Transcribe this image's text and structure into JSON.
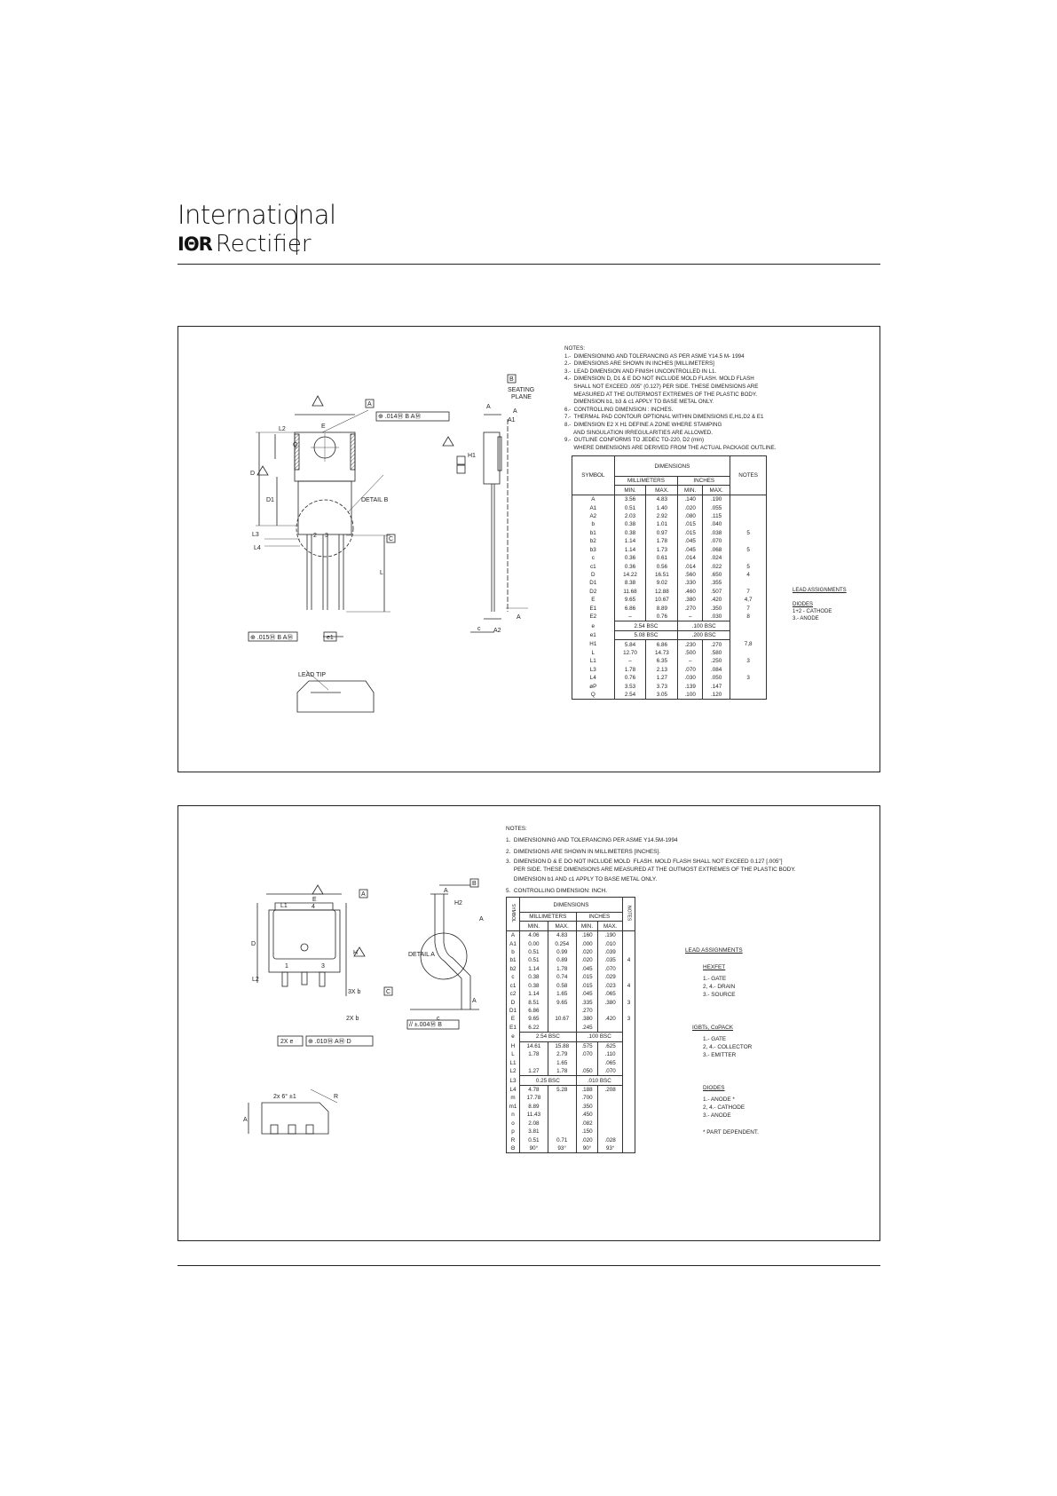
{
  "logo": {
    "line1": "International",
    "mark": "IΘR",
    "line2": "Rectifier"
  },
  "panel1": {
    "notes_title": "NOTES:",
    "notes": [
      "1.-  DIMENSIONING AND TOLERANCING AS PER ASME Y14.5 M- 1994",
      "2.-  DIMENSIONS ARE SHOWN IN INCHES [MILLIMETERS]",
      "3.-  LEAD DIMENSION AND FINISH UNCONTROLLED IN L1.",
      "4.-  DIMENSION D, D1 & E DO NOT INCLUDE MOLD FLASH. MOLD FLASH",
      "      SHALL NOT EXCEED .005\" (0.127) PER SIDE. THESE DIMENSIONS ARE",
      "      MEASURED AT THE OUTERMOST EXTREMES OF THE PLASTIC BODY.",
      "      DIMENSION b1, b3 & c1 APPLY TO BASE METAL ONLY.",
      "6.-  CONTROLLING DIMENSION : INCHES.",
      "7.-  THERMAL PAD CONTOUR OPTIONAL WITHIN DIMENSIONS E,H1,D2 & E1",
      "8.-  DIMENSION E2 X H1 DEFINE A ZONE WHERE STAMPING",
      "      AND SINGULATION IRREGULARITIES ARE ALLOWED.",
      "9.-  OUTLINE CONFORMS TO JEDEC TO-220, D2 (min)",
      "      WHERE DIMENSIONS ARE DERIVED FROM THE ACTUAL PACKAGE OUTLINE."
    ],
    "table": {
      "symbol": "SYMBOL",
      "dimensions": "DIMENSIONS",
      "mm": "MILLIMETERS",
      "in": "INCHES",
      "min": "MIN.",
      "max": "MAX.",
      "notes": "NOTES",
      "rows": [
        [
          "A",
          "3.56",
          "4.83",
          ".140",
          ".190",
          ""
        ],
        [
          "A1",
          "0.51",
          "1.40",
          ".020",
          ".055",
          ""
        ],
        [
          "A2",
          "2.03",
          "2.92",
          ".080",
          ".115",
          ""
        ],
        [
          "b",
          "0.38",
          "1.01",
          ".015",
          ".040",
          ""
        ],
        [
          "b1",
          "0.38",
          "0.97",
          ".015",
          ".038",
          "5"
        ],
        [
          "b2",
          "1.14",
          "1.78",
          ".045",
          ".070",
          ""
        ],
        [
          "b3",
          "1.14",
          "1.73",
          ".045",
          ".068",
          "5"
        ],
        [
          "c",
          "0.36",
          "0.61",
          ".014",
          ".024",
          ""
        ],
        [
          "c1",
          "0.36",
          "0.56",
          ".014",
          ".022",
          "5"
        ],
        [
          "D",
          "14.22",
          "16.51",
          ".560",
          ".650",
          "4"
        ],
        [
          "D1",
          "8.38",
          "9.02",
          ".330",
          ".355",
          ""
        ],
        [
          "D2",
          "11.68",
          "12.88",
          ".460",
          ".507",
          "7"
        ],
        [
          "E",
          "9.65",
          "10.67",
          ".380",
          ".420",
          "4,7"
        ],
        [
          "E1",
          "6.86",
          "8.89",
          ".270",
          ".350",
          "7"
        ],
        [
          "E2",
          "–",
          "0.76",
          "–",
          ".030",
          "8"
        ],
        [
          "e",
          "2.54  BSC",
          "",
          ".100  BSC",
          "",
          ""
        ],
        [
          "e1",
          "5.08  BSC",
          "",
          ".200  BSC",
          "",
          ""
        ],
        [
          "H1",
          "5.84",
          "6.86",
          ".230",
          ".270",
          "7,8"
        ],
        [
          "L",
          "12.70",
          "14.73",
          ".500",
          ".580",
          ""
        ],
        [
          "L1",
          "–",
          "6.35",
          "–",
          ".250",
          "3"
        ],
        [
          "L3",
          "1.78",
          "2.13",
          ".070",
          ".084",
          ""
        ],
        [
          "L4",
          "0.76",
          "1.27",
          ".030",
          ".050",
          "3"
        ],
        [
          "øP",
          "3.53",
          "3.73",
          ".139",
          ".147",
          ""
        ],
        [
          "Q",
          "2.54",
          "3.05",
          ".100",
          ".120",
          ""
        ]
      ]
    },
    "lead_title": "LEAD ASSIGNMENTS",
    "lead_sub": "DIODES",
    "lead_items": [
      "1+2 - CATHODE",
      "3.- ANODE"
    ],
    "labels": {
      "detail_b": "DETAIL B",
      "lead_tip": "LEAD TIP",
      "seating": "SEATING",
      "plane": "PLANE",
      "fcf1": "⊕ .014Ⓜ B AⓂ",
      "fcf2": "⊕ .015Ⓜ B AⓂ",
      "datum_a": "A",
      "datum_b": "B",
      "datum_c": "C"
    }
  },
  "panel2": {
    "notes_title": "NOTES:",
    "notes": [
      "1.  DIMENSIONING AND TOLERANCING PER ASME Y14.5M-1994",
      "2.  DIMENSIONS ARE SHOWN IN MILLIMETERS [INCHES].",
      "3.  DIMENSION D & E DO NOT INCLUDE MOLD  FLASH. MOLD FLASH SHALL NOT EXCEED 0.127 [.005\"]",
      "     PER SIDE. THESE DIMENSIONS ARE MEASURED AT THE OUTMOST EXTREMES OF THE PLASTIC BODY.",
      "     DIMENSION b1 AND c1 APPLY TO BASE METAL ONLY.",
      "5.  CONTROLLING DIMENSION: INCH."
    ],
    "table": {
      "symbol": "SYMBOL",
      "dimensions": "DIMENSIONS",
      "mm": "MILLIMETERS",
      "in": "INCHES",
      "min": "MIN.",
      "max": "MAX.",
      "notes": "NOTES",
      "rows": [
        [
          "A",
          "4.06",
          "4.83",
          ".160",
          ".190",
          ""
        ],
        [
          "A1",
          "0.00",
          "0.254",
          ".000",
          ".010",
          ""
        ],
        [
          "b",
          "0.51",
          "0.99",
          ".020",
          ".039",
          ""
        ],
        [
          "b1",
          "0.51",
          "0.89",
          ".020",
          ".035",
          "4"
        ],
        [
          "b2",
          "1.14",
          "1.78",
          ".045",
          ".070",
          ""
        ],
        [
          "c",
          "0.38",
          "0.74",
          ".015",
          ".029",
          ""
        ],
        [
          "c1",
          "0.38",
          "0.58",
          ".015",
          ".023",
          "4"
        ],
        [
          "c2",
          "1.14",
          "1.65",
          ".045",
          ".065",
          ""
        ],
        [
          "D",
          "8.51",
          "9.65",
          ".335",
          ".380",
          "3"
        ],
        [
          "D1",
          "6.86",
          "",
          ".270",
          "",
          ""
        ],
        [
          "E",
          "9.65",
          "10.67",
          ".380",
          ".420",
          "3"
        ],
        [
          "E1",
          "6.22",
          "",
          ".245",
          "",
          ""
        ],
        [
          "e",
          "2.54  BSC",
          "",
          ".100  BSC",
          "",
          ""
        ],
        [
          "H",
          "14.61",
          "15.88",
          ".575",
          ".625",
          ""
        ],
        [
          "L",
          "1.78",
          "2.79",
          ".070",
          ".110",
          ""
        ],
        [
          "L1",
          "",
          "1.65",
          "",
          ".065",
          ""
        ],
        [
          "L2",
          "1.27",
          "1.78",
          ".050",
          ".070",
          ""
        ],
        [
          "L3",
          "0.25  BSC",
          "",
          ".010  BSC",
          "",
          ""
        ],
        [
          "L4",
          "4.78",
          "5.28",
          ".188",
          ".208",
          ""
        ],
        [
          "m",
          "17.78",
          "",
          ".700",
          "",
          ""
        ],
        [
          "m1",
          "8.89",
          "",
          ".350",
          "",
          ""
        ],
        [
          "n",
          "11.43",
          "",
          ".450",
          "",
          ""
        ],
        [
          "o",
          "2.08",
          "",
          ".082",
          "",
          ""
        ],
        [
          "p",
          "3.81",
          "",
          ".150",
          "",
          ""
        ],
        [
          "R",
          "0.51",
          "0.71",
          ".020",
          ".028",
          ""
        ],
        [
          "Θ",
          "90°",
          "93°",
          "90°",
          "93°",
          ""
        ]
      ]
    },
    "lead_title": "LEAD ASSIGNMENTS",
    "groups": [
      {
        "title": "HEXFET",
        "items": [
          "1.- GATE",
          "2, 4.- DRAIN",
          "3.- SOURCE"
        ]
      },
      {
        "title": "IGBTs, CoPACK",
        "items": [
          "1.- GATE",
          "2, 4.- COLLECTOR",
          "3.- EMITTER"
        ]
      },
      {
        "title": "DIODES",
        "items": [
          "1.- ANODE *",
          "2, 4.- CATHODE",
          "3.- ANODE"
        ]
      }
    ],
    "footnote": "* PART DEPENDENT.",
    "labels": {
      "detail_a": "DETAIL A",
      "fcf": "⊕ .010Ⓜ AⓂ D",
      "parallel": "// ±.004Ⓜ B",
      "two_x_e": "2X  e",
      "three_x_b": "3X  b",
      "two_x_b": "2X  b",
      "two_x_angle": "2x 6° ±1"
    }
  }
}
